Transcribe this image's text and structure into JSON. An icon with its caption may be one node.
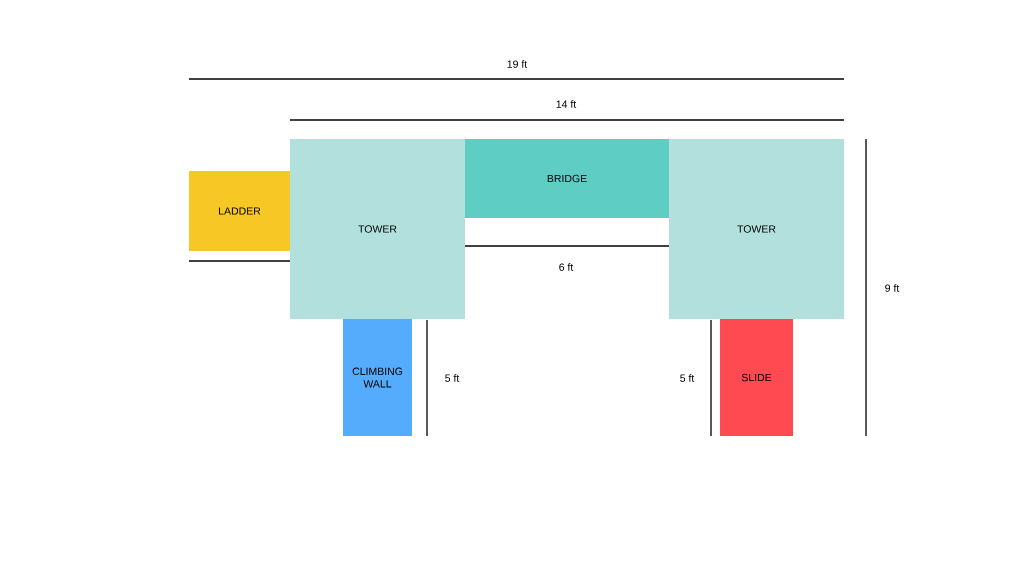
{
  "diagram": {
    "nodes": [
      {
        "text": [
          "LADDER"
        ]
      },
      {
        "text": [
          "TOWER"
        ]
      },
      {
        "text": [
          "BRIDGE"
        ]
      },
      {
        "text": [
          "TOWER"
        ]
      },
      {
        "text": [
          "CLIMBING WALL"
        ]
      },
      {
        "text": [
          "SLIDE"
        ]
      }
    ],
    "labels": [
      "19 ft",
      "14 ft",
      "6 ft",
      "9 ft",
      "5 ft",
      "5 ft"
    ]
  }
}
